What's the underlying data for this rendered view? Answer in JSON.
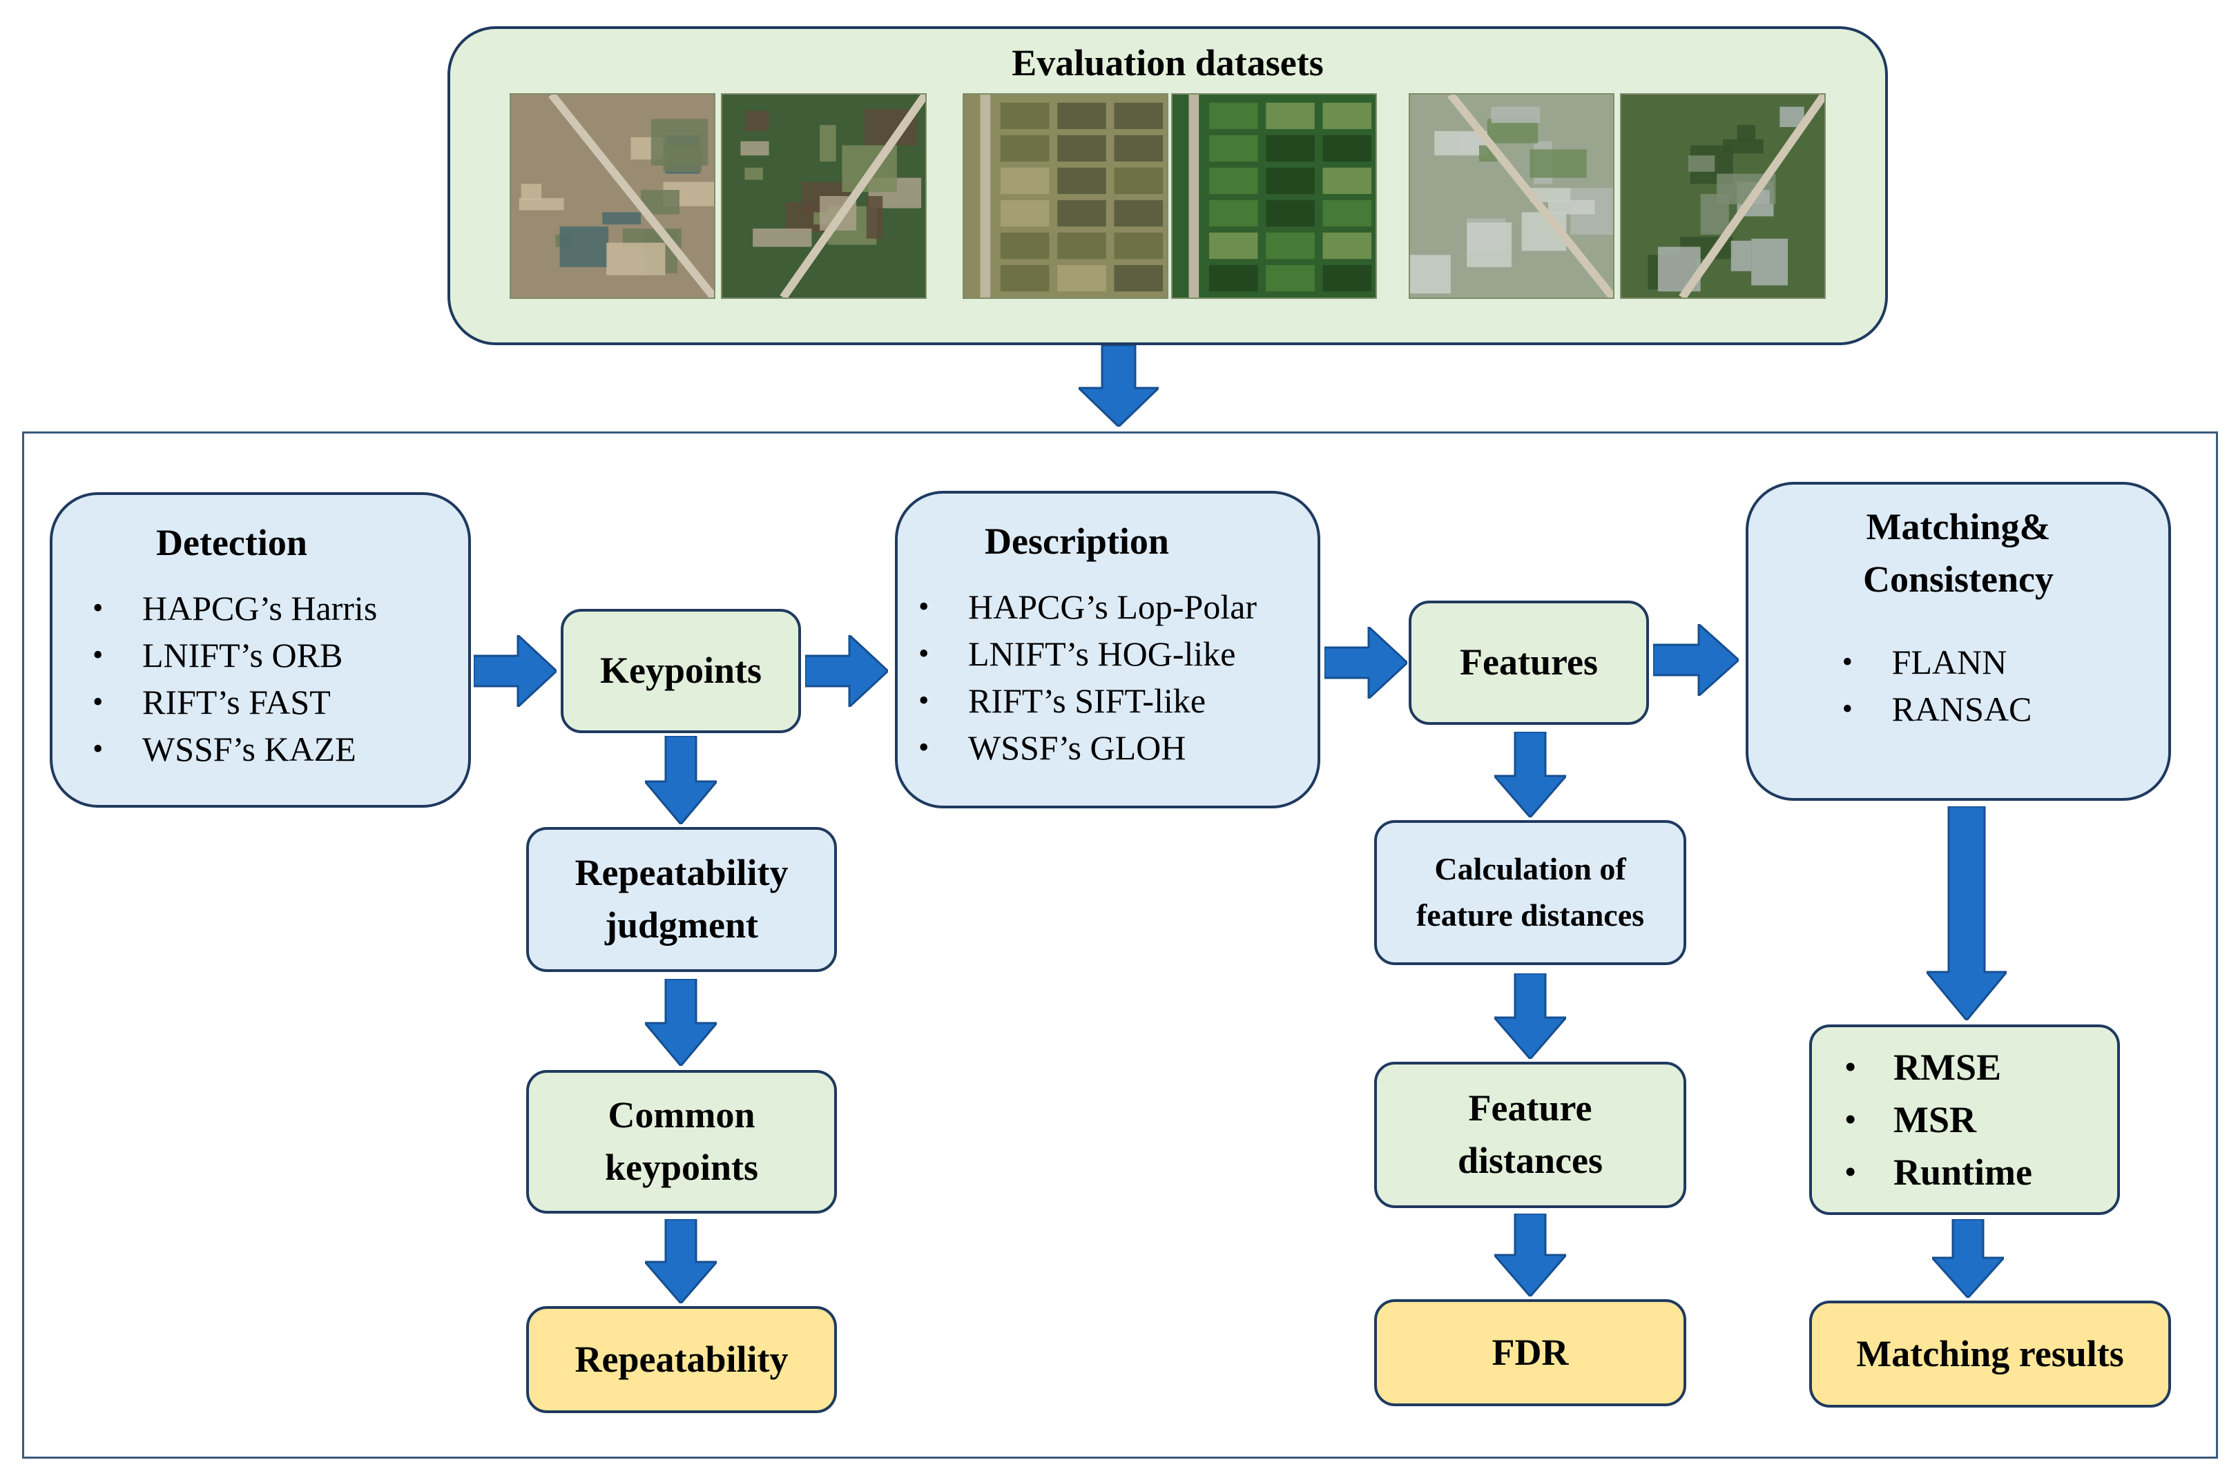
{
  "datasets": {
    "title": "Evaluation datasets",
    "images": [
      {
        "name": "urban-aerial-a",
        "palette": [
          "#9a8b73",
          "#6d7b5a",
          "#4a6a6b",
          "#c8b79a"
        ]
      },
      {
        "name": "urban-aerial-b",
        "palette": [
          "#3f5d37",
          "#7a8a5c",
          "#5b4b3a",
          "#a9a08a"
        ]
      },
      {
        "name": "farmland-a",
        "palette": [
          "#8c8a5f",
          "#6e7146",
          "#a49e74",
          "#5c6040"
        ]
      },
      {
        "name": "farmland-b",
        "palette": [
          "#2f5f2c",
          "#457a37",
          "#6c8e4e",
          "#23481f"
        ]
      },
      {
        "name": "industrial-a",
        "palette": [
          "#9aa590",
          "#c9cfc8",
          "#6f8a5a",
          "#b0b7b0"
        ]
      },
      {
        "name": "industrial-b",
        "palette": [
          "#4e6a3d",
          "#a9b0ad",
          "#7b8c72",
          "#35502a"
        ]
      }
    ]
  },
  "detection": {
    "title": "Detection",
    "items": [
      "HAPCG’s Harris",
      "LNIFT’s ORB",
      "RIFT’s FAST",
      "WSSF’s KAZE"
    ]
  },
  "keypoints": {
    "label": "Keypoints"
  },
  "repeatability_judgment": {
    "line1": "Repeatability",
    "line2": "judgment"
  },
  "common_keypoints": {
    "line1": "Common",
    "line2": "keypoints"
  },
  "repeatability": {
    "label": "Repeatability"
  },
  "description": {
    "title": "Description",
    "items": [
      "HAPCG’s Lop-Polar",
      "LNIFT’s HOG-like",
      "RIFT’s SIFT-like",
      "WSSF’s GLOH"
    ]
  },
  "features": {
    "label": "Features"
  },
  "calc_distances": {
    "line1": "Calculation of",
    "line2": "feature distances"
  },
  "feature_distances": {
    "line1": "Feature",
    "line2": "distances"
  },
  "fdr": {
    "label": "FDR"
  },
  "matching": {
    "line1": "Matching&",
    "line2": "Consistency",
    "items": [
      "FLANN",
      "RANSAC"
    ]
  },
  "metrics": {
    "items": [
      "RMSE",
      "MSR",
      "Runtime"
    ]
  },
  "matching_results": {
    "label": "Matching results"
  },
  "colors": {
    "green_box": "#e2efda",
    "blue_box": "#ddebf7",
    "yellow_box": "#ffe699",
    "arrow": "#1f6fc7",
    "border": "#1f3a5f"
  }
}
